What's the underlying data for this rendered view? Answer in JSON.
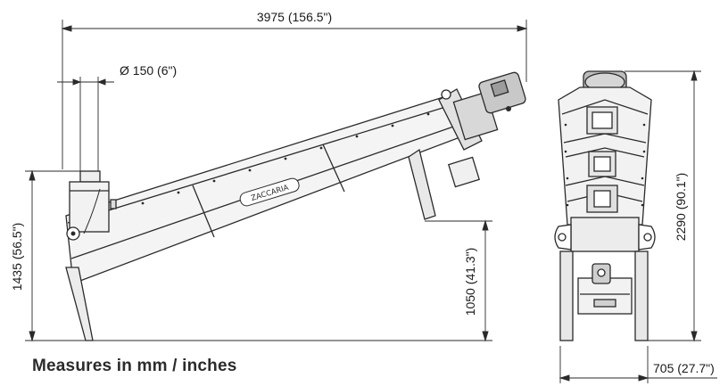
{
  "dimensions": {
    "overall_length": "3975 (156.5\")",
    "inlet_diameter": "Ø 150 (6\")",
    "inlet_height": "1435 (56.5\")",
    "discharge_height": "1050 (41.3\")",
    "overall_height": "2290 (90.1\")",
    "overall_width": "705 (27.7\")"
  },
  "brand": {
    "logo_text": "ZACCARIA"
  },
  "note": {
    "units": "Measures in mm / inches"
  }
}
